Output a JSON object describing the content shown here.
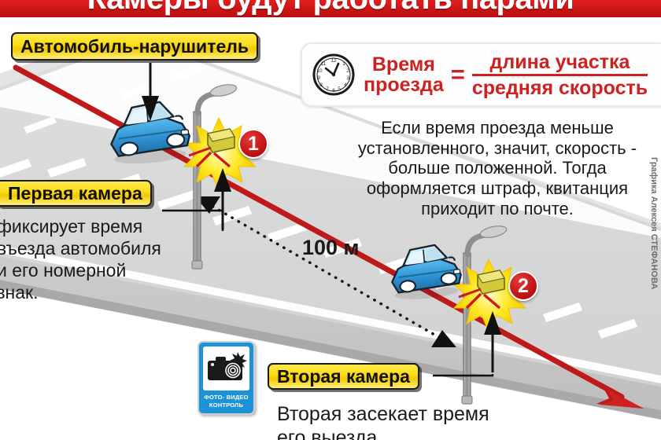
{
  "header": {
    "title": "Камеры будут работать парами",
    "bar_color": "#cc1414",
    "text_color": "#ffffff"
  },
  "labels": {
    "violator": "Автомобиль-нарушитель",
    "first_camera": "Первая камера",
    "second_camera": "Вторая камера"
  },
  "texts": {
    "first_camera_desc": "фиксирует время въезда автомобиля и его номерной знак.",
    "second_camera_desc": "Вторая засекает время его выезда.",
    "explanation": "Если время проезда меньше установленного, значит, скорость - больше положенной. Тогда оформляется штраф, квитанция приходит по почте."
  },
  "formula": {
    "left_line1": "Время",
    "left_line2": "проезда",
    "equals": "=",
    "numerator": "длина участка",
    "denominator": "средняя скорость",
    "color": "#cc2222",
    "clock_icon": "clock-icon"
  },
  "badges": [
    {
      "id": "badge-1",
      "value": "1",
      "color": "#c31414"
    },
    {
      "id": "badge-2",
      "value": "2",
      "color": "#c31414"
    }
  ],
  "distance": {
    "value": "100 м"
  },
  "road_sign": {
    "line1": "ФОТО- ВИДЕО",
    "line2": "КОНТРОЛЬ",
    "background": "#1c93d6",
    "icon": "photo-camera-icon"
  },
  "credit": {
    "text": "Графика Алексея СТЕФАНОВА"
  },
  "scene": {
    "road_surface_color": "#d9d9d9",
    "road_shoulder_color": "#c9c9c9",
    "lane_marking_color": "#ffffff",
    "trajectory_color": "#bf1a1a",
    "pole_color": "#9a9a9a",
    "car_color": "#2f93d6",
    "flash_color": "#ffe000",
    "camera_body_color": "#c9c02a"
  },
  "icons": {
    "arrow_to_car": "down-arrow-icon",
    "arrow_up_cam1": "up-arrow-icon",
    "arrow_up_cam2": "up-arrow-icon",
    "trajectory_arrow": "arrow-right-down-icon",
    "measure_arrow_left": "measure-arrow-left-icon",
    "measure_arrow_right": "measure-arrow-right-icon"
  }
}
